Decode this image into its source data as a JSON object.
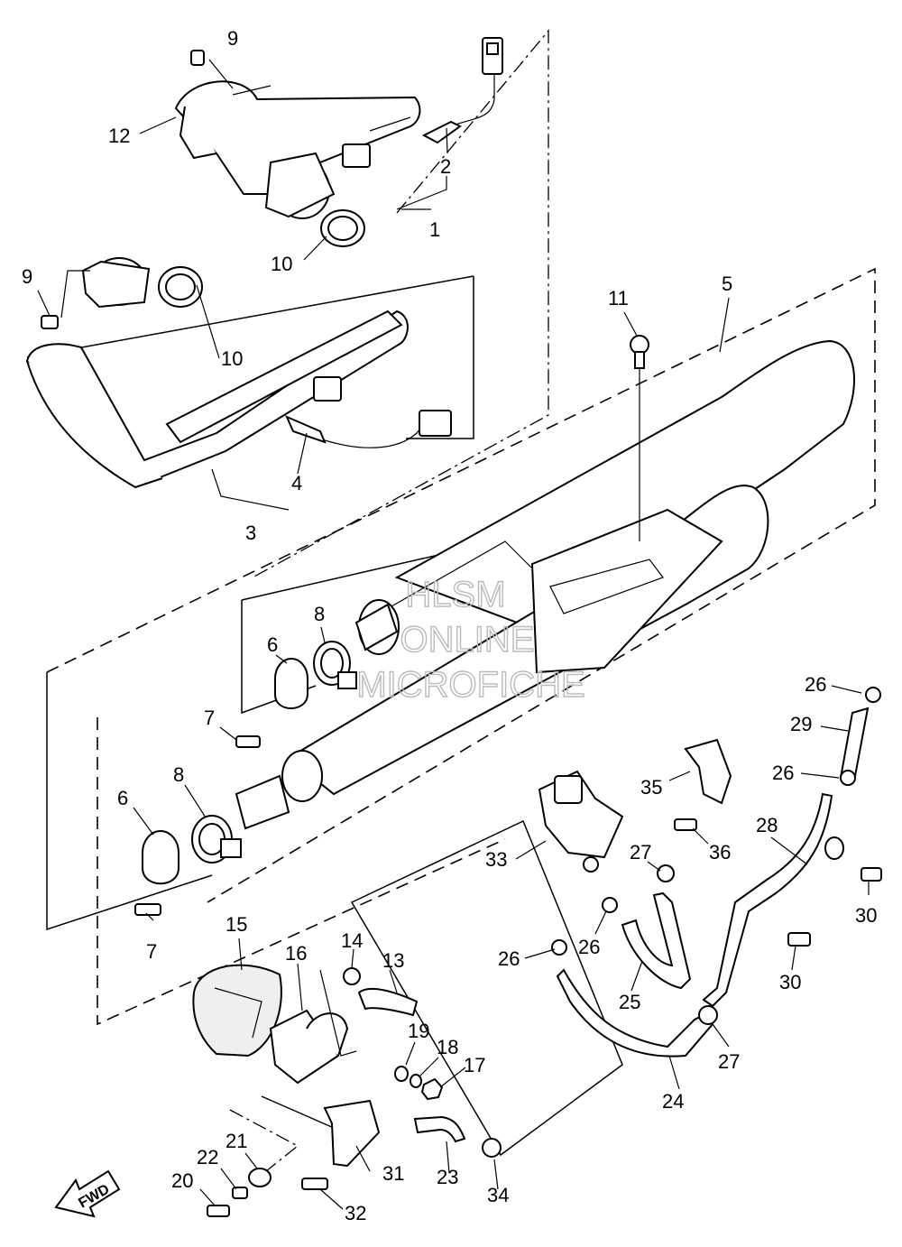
{
  "watermark": {
    "line1": "HLSM",
    "line2": "ONLINE",
    "line3": "MICROFICHE"
  },
  "direction_label": "FWD",
  "callouts": [
    {
      "id": "c-9a",
      "text": "9"
    },
    {
      "id": "c-12",
      "text": "12"
    },
    {
      "id": "c-2",
      "text": "2"
    },
    {
      "id": "c-1",
      "text": "1"
    },
    {
      "id": "c-10a",
      "text": "10"
    },
    {
      "id": "c-9b",
      "text": "9"
    },
    {
      "id": "c-10b",
      "text": "10"
    },
    {
      "id": "c-4",
      "text": "4"
    },
    {
      "id": "c-3",
      "text": "3"
    },
    {
      "id": "c-11",
      "text": "11"
    },
    {
      "id": "c-5",
      "text": "5"
    },
    {
      "id": "c-8a",
      "text": "8"
    },
    {
      "id": "c-6a",
      "text": "6"
    },
    {
      "id": "c-7a",
      "text": "7"
    },
    {
      "id": "c-8b",
      "text": "8"
    },
    {
      "id": "c-6b",
      "text": "6"
    },
    {
      "id": "c-7b",
      "text": "7"
    },
    {
      "id": "c-26a",
      "text": "26"
    },
    {
      "id": "c-29",
      "text": "29"
    },
    {
      "id": "c-26b",
      "text": "26"
    },
    {
      "id": "c-35",
      "text": "35"
    },
    {
      "id": "c-28",
      "text": "28"
    },
    {
      "id": "c-36",
      "text": "36"
    },
    {
      "id": "c-33",
      "text": "33"
    },
    {
      "id": "c-27a",
      "text": "27"
    },
    {
      "id": "c-30a",
      "text": "30"
    },
    {
      "id": "c-30b",
      "text": "30"
    },
    {
      "id": "c-26c",
      "text": "26"
    },
    {
      "id": "c-26d",
      "text": "26"
    },
    {
      "id": "c-25",
      "text": "25"
    },
    {
      "id": "c-27b",
      "text": "27"
    },
    {
      "id": "c-24",
      "text": "24"
    },
    {
      "id": "c-15",
      "text": "15"
    },
    {
      "id": "c-16",
      "text": "16"
    },
    {
      "id": "c-14",
      "text": "14"
    },
    {
      "id": "c-13",
      "text": "13"
    },
    {
      "id": "c-19",
      "text": "19"
    },
    {
      "id": "c-18",
      "text": "18"
    },
    {
      "id": "c-17",
      "text": "17"
    },
    {
      "id": "c-21",
      "text": "21"
    },
    {
      "id": "c-22",
      "text": "22"
    },
    {
      "id": "c-20",
      "text": "20"
    },
    {
      "id": "c-31",
      "text": "31"
    },
    {
      "id": "c-23",
      "text": "23"
    },
    {
      "id": "c-34",
      "text": "34"
    },
    {
      "id": "c-32",
      "text": "32"
    }
  ]
}
